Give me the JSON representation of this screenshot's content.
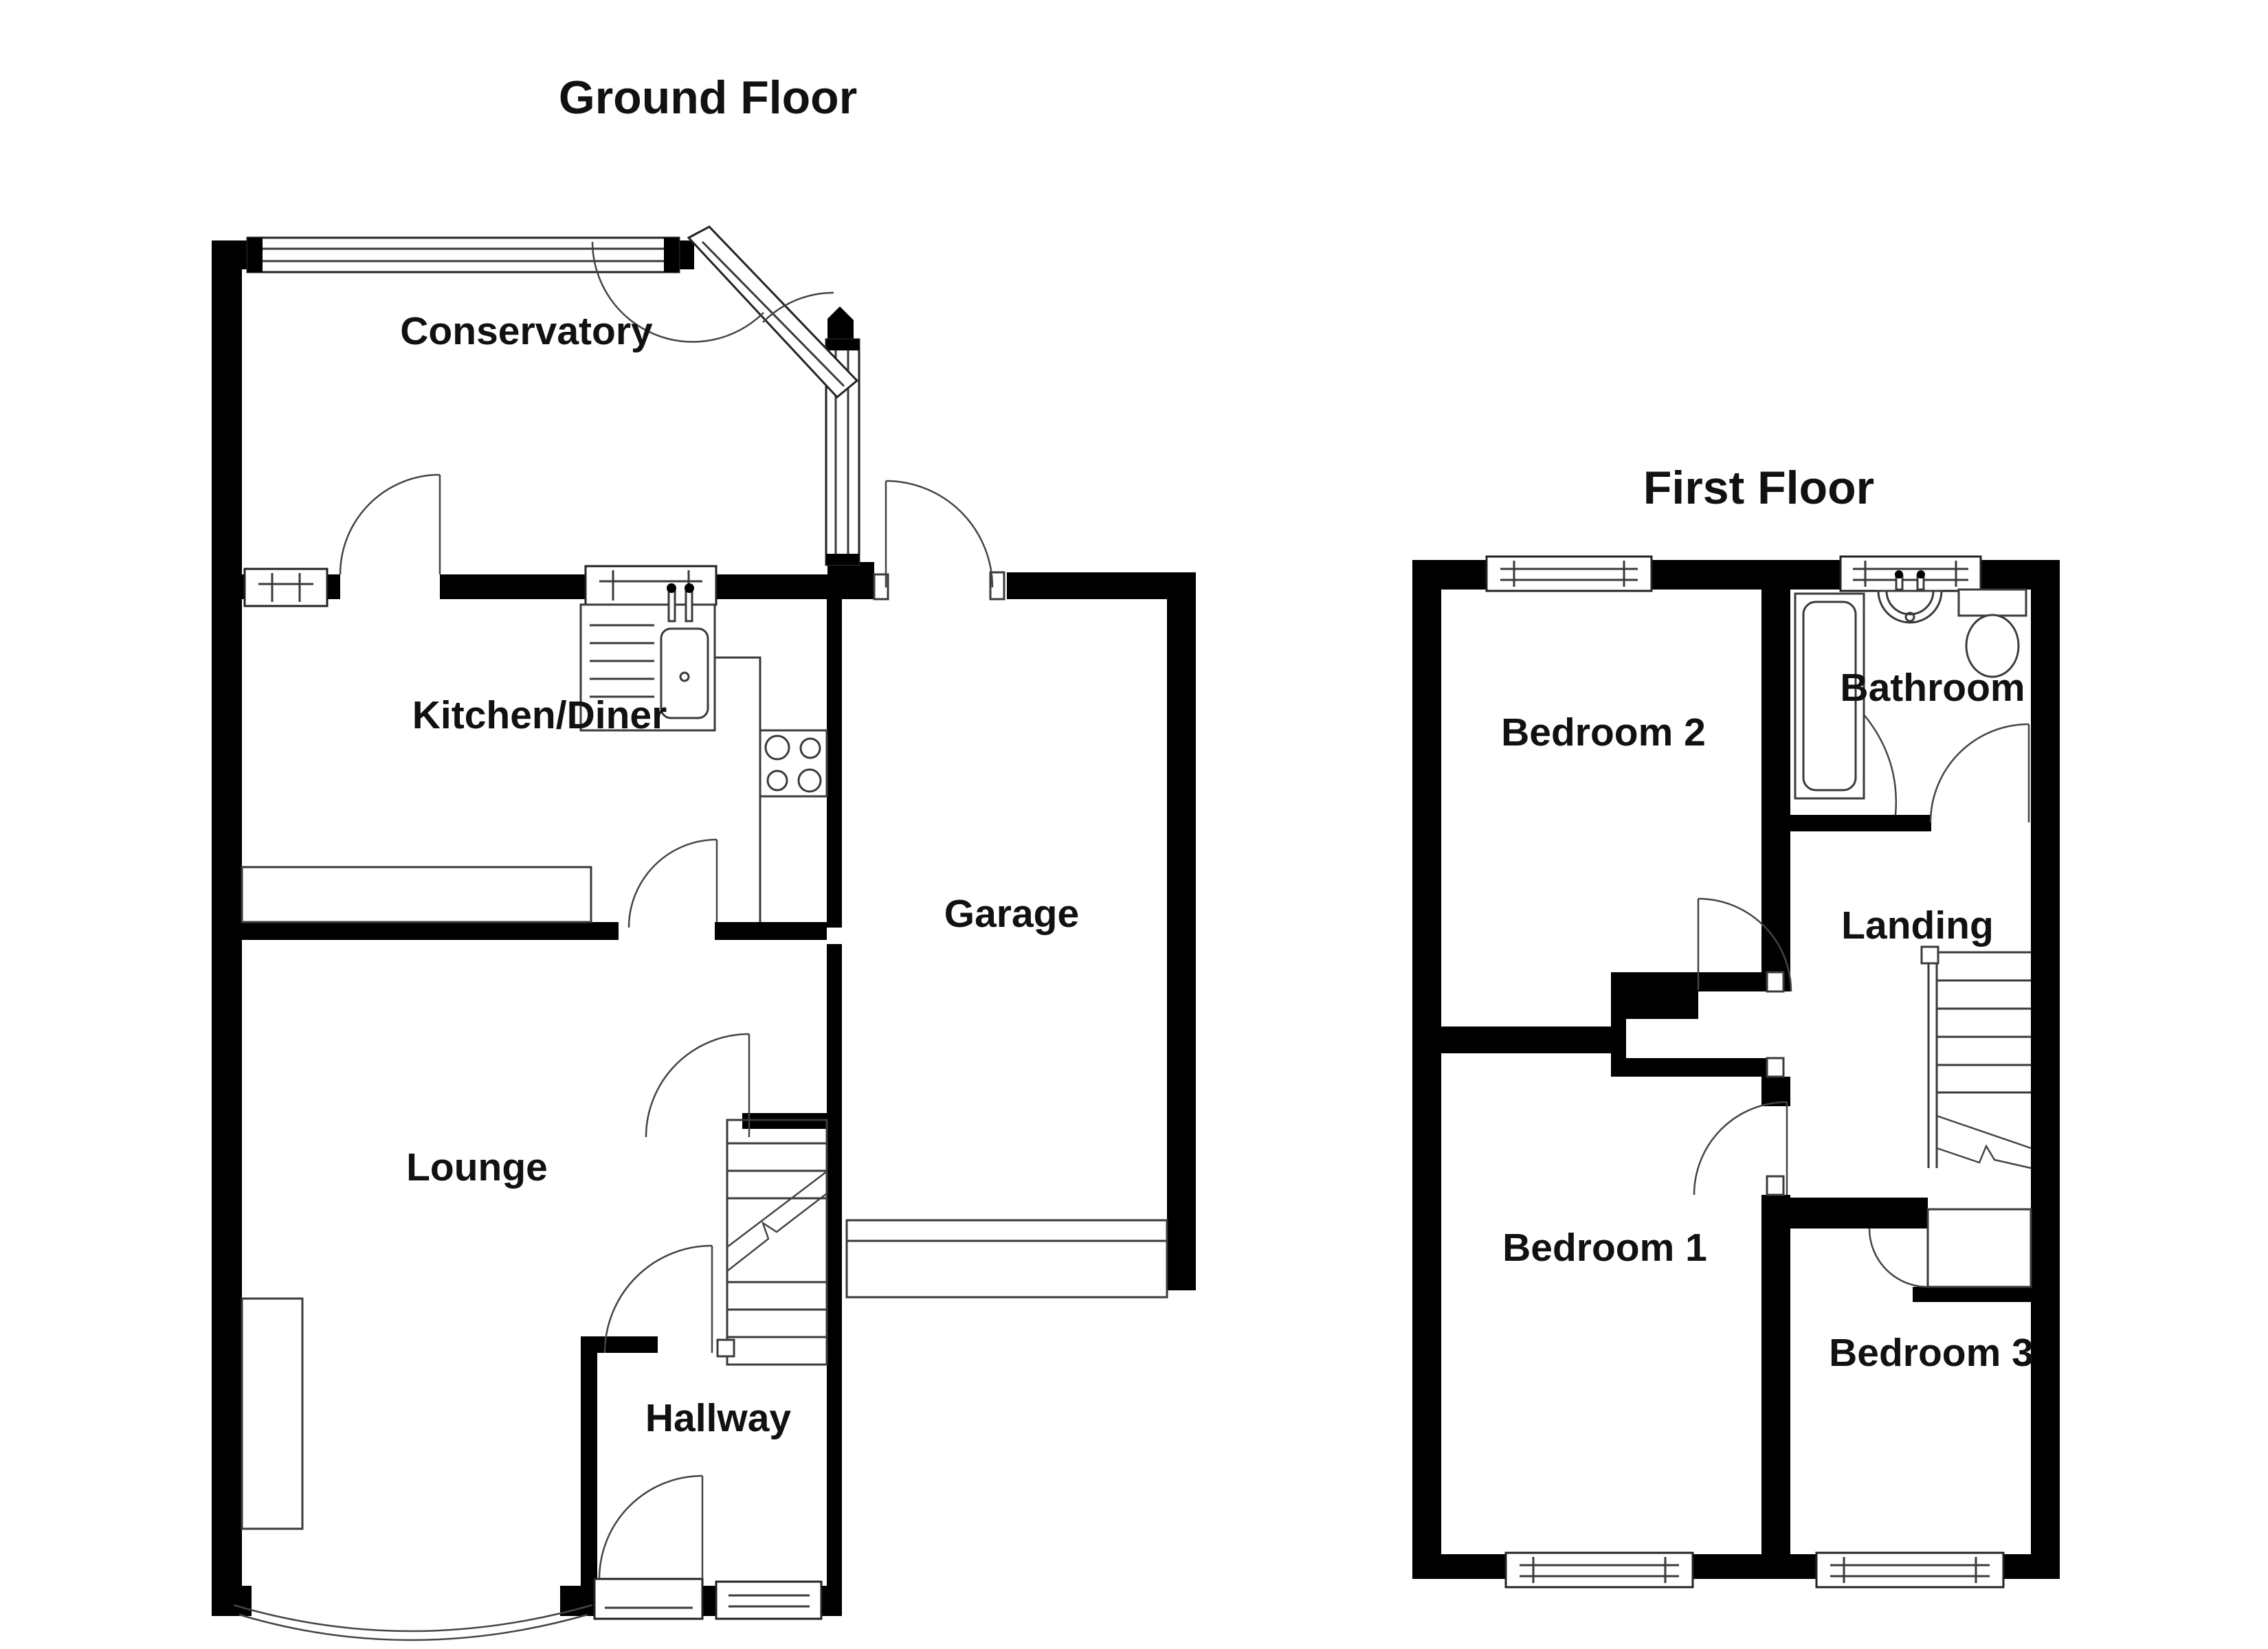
{
  "document": {
    "type": "floor-plan",
    "background": "#ffffff",
    "colors": {
      "wall": "#000000",
      "fixture_line": "#3a3a3a",
      "label_text": "#111111"
    }
  },
  "floors": [
    {
      "id": "ground",
      "title": "Ground Floor",
      "rooms": [
        "Conservatory",
        "Kitchen/Diner",
        "Garage",
        "Lounge",
        "Hallway"
      ],
      "fixtures": [
        "kitchen-sink",
        "hob",
        "worktop",
        "staircase",
        "chimney-breast",
        "bay-window",
        "front-door",
        "garage-door",
        "french-doors",
        "windows"
      ]
    },
    {
      "id": "first",
      "title": "First Floor",
      "rooms": [
        "Bedroom 2",
        "Bathroom",
        "Landing",
        "Bedroom 1",
        "Bedroom 3"
      ],
      "fixtures": [
        "bath",
        "wash-basin",
        "toilet",
        "shower-screen",
        "staircase",
        "built-in-cupboard",
        "windows"
      ]
    }
  ]
}
